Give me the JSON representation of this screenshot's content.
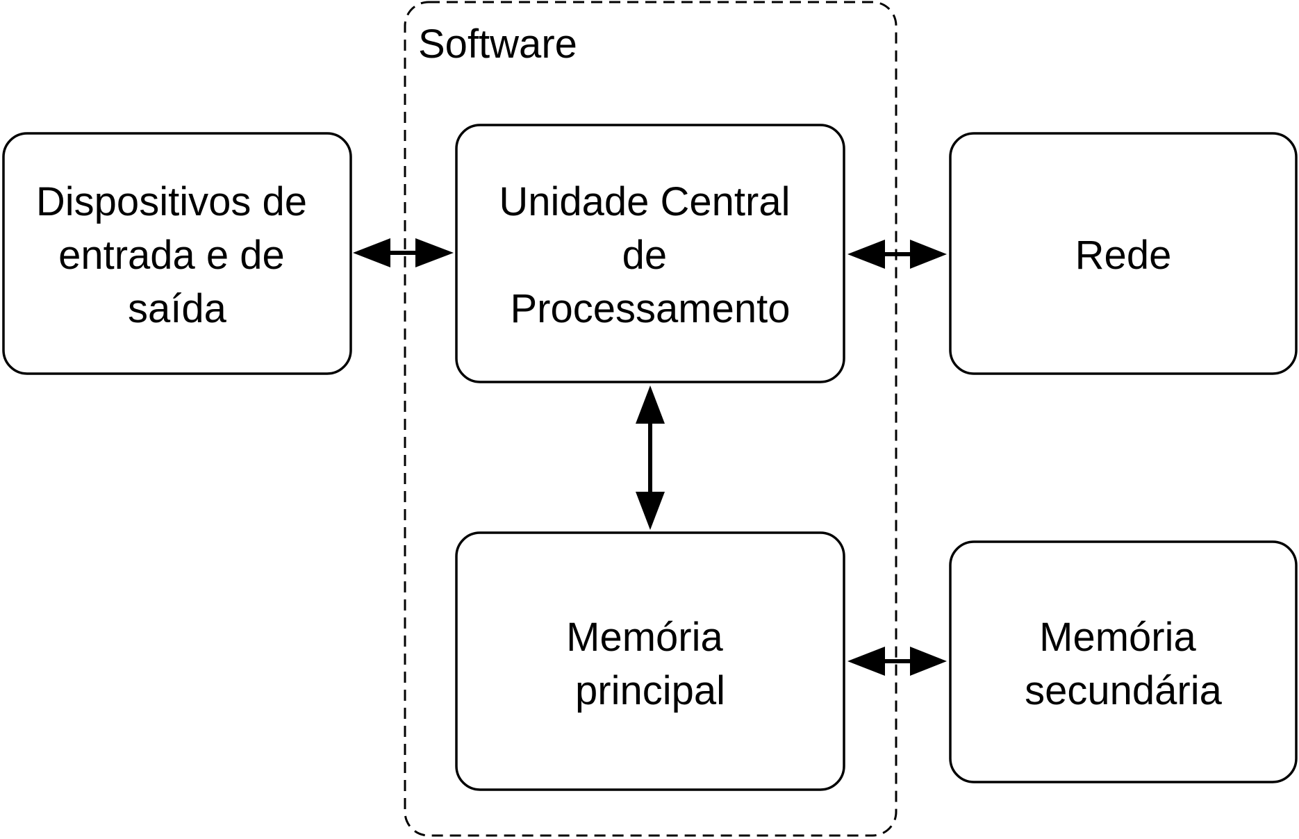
{
  "diagram": {
    "group": {
      "label": "Software"
    },
    "nodes": {
      "io": {
        "lines": [
          "Dispositivos de",
          "entrada e de",
          "saída"
        ]
      },
      "cpu": {
        "lines": [
          "Unidade Central",
          "de",
          "Processamento"
        ]
      },
      "network": {
        "lines": [
          "Rede"
        ]
      },
      "main_memory": {
        "lines": [
          "Memória",
          "principal"
        ]
      },
      "secondary_memory": {
        "lines": [
          "Memória",
          "secundária"
        ]
      }
    },
    "edges": [
      {
        "from": "io",
        "to": "cpu",
        "direction": "both"
      },
      {
        "from": "cpu",
        "to": "network",
        "direction": "both"
      },
      {
        "from": "cpu",
        "to": "main_memory",
        "direction": "both"
      },
      {
        "from": "main_memory",
        "to": "secondary_memory",
        "direction": "both"
      }
    ],
    "colors": {
      "stroke": "#000000",
      "background": "#ffffff"
    }
  }
}
